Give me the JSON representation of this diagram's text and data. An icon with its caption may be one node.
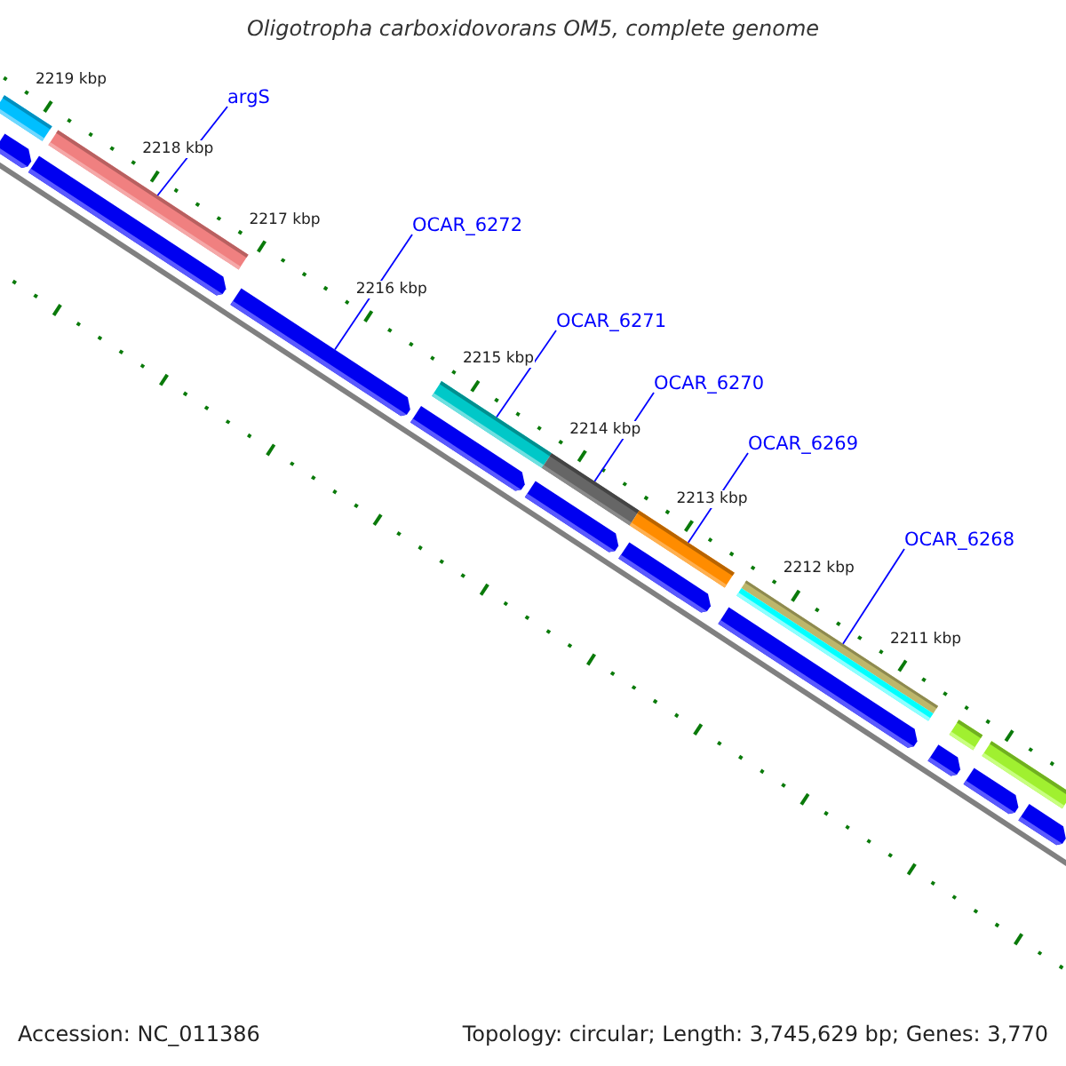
{
  "diagram": {
    "title": "Oligotropha carboxidovorans OM5, complete genome",
    "nodes": [
      {
        "text": [
          "argS"
        ]
      },
      {
        "text": [],
        "shape": "bar"
      },
      {
        "text": [
          "OCAR_6272"
        ]
      },
      {
        "text": [],
        "shape": "arrow"
      },
      {
        "text": [
          "OCAR_6271"
        ]
      },
      {
        "text": [],
        "shape": "bar"
      },
      {
        "text": [
          "OCAR_6270"
        ]
      },
      {
        "text": [],
        "shape": "bar"
      },
      {
        "text": [
          "OCAR_6269"
        ]
      },
      {
        "text": [],
        "shape": "bar"
      },
      {
        "text": [
          "OCAR_6268"
        ]
      },
      {
        "text": [],
        "shape": "bar"
      },
      {
        "text": [],
        "shape": "bar"
      },
      {
        "text": [],
        "shape": "bar"
      },
      {
        "text": [],
        "shape": "bar"
      },
      {
        "text": [],
        "shape": "arrow"
      },
      {
        "text": [],
        "shape": "arrow"
      },
      {
        "text": [],
        "shape": "arrow"
      },
      {
        "text": [],
        "shape": "arrow"
      },
      {
        "text": [],
        "shape": "arrow"
      },
      {
        "text": [],
        "shape": "arrow"
      },
      {
        "text": [],
        "shape": "arrow"
      },
      {
        "text": [],
        "shape": "arrow"
      },
      {
        "text": [],
        "shape": "arrow"
      }
    ],
    "edges": [
      {
        "from": 0,
        "to": 1,
        "arrow": "none"
      },
      {
        "from": 2,
        "to": 3,
        "arrow": "none"
      },
      {
        "from": 4,
        "to": 5,
        "arrow": "none"
      },
      {
        "from": 6,
        "to": 7,
        "arrow": "none"
      },
      {
        "from": 8,
        "to": 9,
        "arrow": "none"
      },
      {
        "from": 10,
        "to": 11,
        "arrow": "none"
      }
    ],
    "labels": [
      "2219 kbp",
      "2218 kbp",
      "2217 kbp",
      "2216 kbp",
      "2215 kbp",
      "2214 kbp",
      "2213 kbp",
      "2212 kbp",
      "2211 kbp",
      "Accession: NC_011386",
      "Topology: circular; Length: 3,745,629 bp; Genes: 3,770"
    ]
  }
}
